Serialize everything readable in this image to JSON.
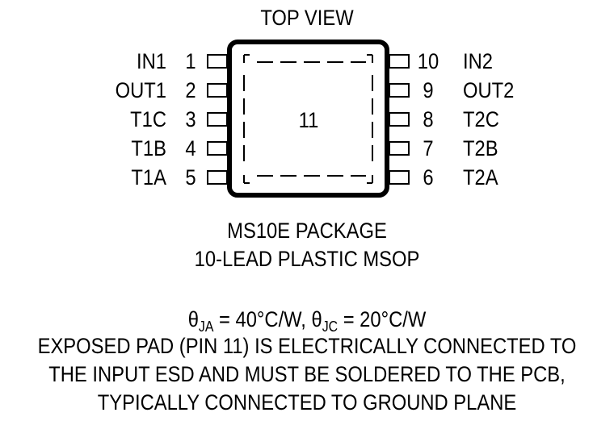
{
  "title": "TOP VIEW",
  "package": {
    "name": "MS10E PACKAGE",
    "description": "10-LEAD PLASTIC MSOP"
  },
  "exposed_pad_label": "11",
  "pins_left": [
    {
      "number": "1",
      "name": "IN1"
    },
    {
      "number": "2",
      "name": "OUT1"
    },
    {
      "number": "3",
      "name": "T1C"
    },
    {
      "number": "4",
      "name": "T1B"
    },
    {
      "number": "5",
      "name": "T1A"
    }
  ],
  "pins_right": [
    {
      "number": "10",
      "name": "IN2"
    },
    {
      "number": "9",
      "name": "OUT2"
    },
    {
      "number": "8",
      "name": "T2C"
    },
    {
      "number": "7",
      "name": "T2B"
    },
    {
      "number": "6",
      "name": "T2A"
    }
  ],
  "thermal": {
    "theta_symbol": "θ",
    "ja_sub": "JA",
    "ja_value": " = 40°C/W, ",
    "jc_sub": "JC",
    "jc_value": " = 20°C/W"
  },
  "note_lines": [
    "EXPOSED PAD (PIN 11) IS ELECTRICALLY CONNECTED TO",
    "THE INPUT ESD AND MUST BE SOLDERED TO THE PCB,",
    "TYPICALLY CONNECTED TO GROUND PLANE"
  ]
}
